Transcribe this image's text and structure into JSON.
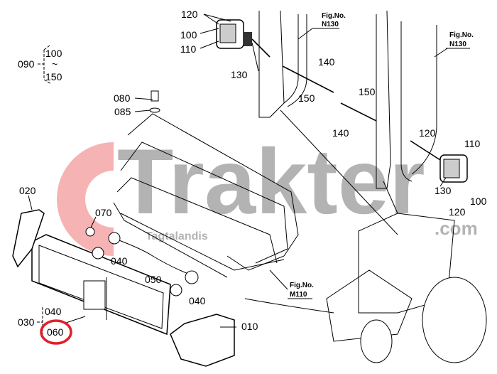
{
  "watermark": {
    "brand": "Trakter",
    "domain": ".com",
    "tagline": "Tagtalandis",
    "logo_color": "#f08080"
  },
  "figure_refs": [
    {
      "title": "Fig.No.",
      "code": "N130"
    },
    {
      "title": "Fig.No.",
      "code": "N130"
    },
    {
      "title": "Fig.No.",
      "code": "M110"
    }
  ],
  "group": {
    "label": "090",
    "from": "100",
    "tilde": "~",
    "to": "150"
  },
  "sub_group": {
    "label": "030",
    "item1": "040",
    "item2": "060"
  },
  "highlight": {
    "part": "060",
    "color": "#e0202a"
  },
  "parts": {
    "p120a": "120",
    "p100a": "100",
    "p110a": "110",
    "p130a": "130",
    "p140a": "140",
    "p150a": "150",
    "p150b": "150",
    "p140b": "140",
    "p120b": "120",
    "p110b": "110",
    "p130b": "130",
    "p100b": "100",
    "p120c": "120",
    "p080": "080",
    "p085": "085",
    "p020": "020",
    "p070": "070",
    "p040a": "040",
    "p050": "050",
    "p040b": "040",
    "p010": "010"
  }
}
